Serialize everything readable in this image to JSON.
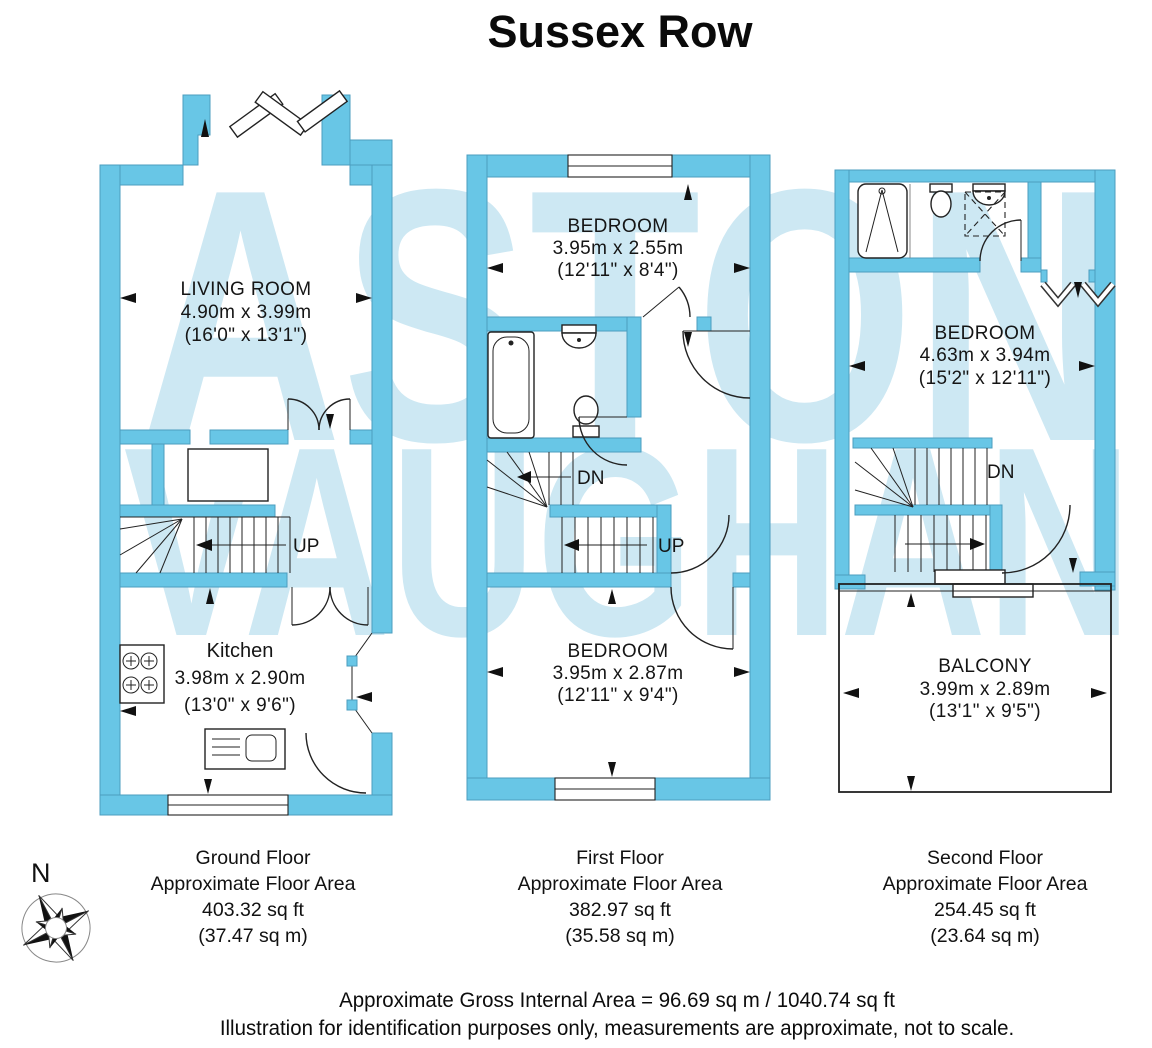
{
  "title": "Sussex Row",
  "watermark": {
    "line1": "ASTON",
    "line2": "VAUGHAN"
  },
  "colors": {
    "wall": "#68C6E6",
    "watermark": "#CDE8F3",
    "line": "#222222"
  },
  "compass": {
    "label": "N"
  },
  "floors": [
    {
      "caption": [
        "Ground Floor",
        "Approximate Floor Area",
        "403.32 sq ft",
        "(37.47 sq m)"
      ],
      "rooms": [
        {
          "name": "LIVING ROOM",
          "metric": "4.90m x 3.99m",
          "imperial": "(16'0\" x 13'1\")"
        },
        {
          "name": "Kitchen",
          "metric": "3.98m x 2.90m",
          "imperial": "(13'0\" x 9'6\")"
        }
      ],
      "stairs": [
        "UP"
      ]
    },
    {
      "caption": [
        "First Floor",
        "Approximate Floor Area",
        "382.97 sq ft",
        "(35.58 sq m)"
      ],
      "rooms": [
        {
          "name": "BEDROOM",
          "metric": "3.95m x 2.55m",
          "imperial": "(12'11\" x 8'4\")"
        },
        {
          "name": "BEDROOM",
          "metric": "3.95m x 2.87m",
          "imperial": "(12'11\" x 9'4\")"
        }
      ],
      "stairs": [
        "DN",
        "UP"
      ]
    },
    {
      "caption": [
        "Second Floor",
        "Approximate Floor Area",
        "254.45 sq ft",
        "(23.64 sq m)"
      ],
      "rooms": [
        {
          "name": "BEDROOM",
          "metric": "4.63m x 3.94m",
          "imperial": "(15'2\" x 12'11\")"
        },
        {
          "name": "BALCONY",
          "metric": "3.99m x 2.89m",
          "imperial": "(13'1\" x 9'5\")"
        }
      ],
      "stairs": [
        "DN"
      ]
    }
  ],
  "footer": {
    "line1": "Approximate Gross Internal Area = 96.69 sq m / 1040.74 sq ft",
    "line2": "Illustration for identification purposes only, measurements are approximate, not to scale."
  }
}
